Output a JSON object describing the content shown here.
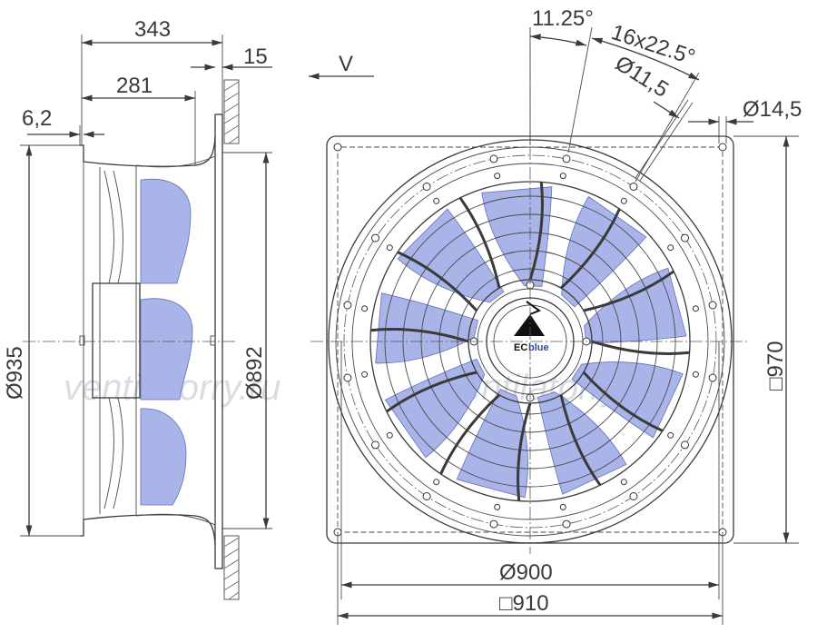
{
  "watermark": "ventilatorry.ru",
  "logo": {
    "text_ec": "EC",
    "text_blue": "blue"
  },
  "side_view": {
    "dim_overall_depth": "343",
    "dim_depth_to_flange": "281",
    "dim_flange_thickness": "15",
    "dim_inlet_offset": "6,2",
    "dim_inlet_diameter": "Ø935",
    "dim_flange_inner_diameter": "Ø892",
    "view_label": "V"
  },
  "front_view": {
    "dim_angle_start": "11.25°",
    "dim_angle_pattern": "16x22.5°",
    "dim_hole_small": "Ø11,5",
    "dim_hole_corner": "Ø14,5",
    "dim_bolt_circle": "Ø900",
    "dim_plate_square": "□910",
    "dim_plate_outer_square": "□970"
  },
  "colors": {
    "line": "#3a3a3a",
    "blade_fill": "#a9b4e8",
    "blade_stroke": "#6470b8",
    "logo_blue": "#2c4a9a"
  }
}
